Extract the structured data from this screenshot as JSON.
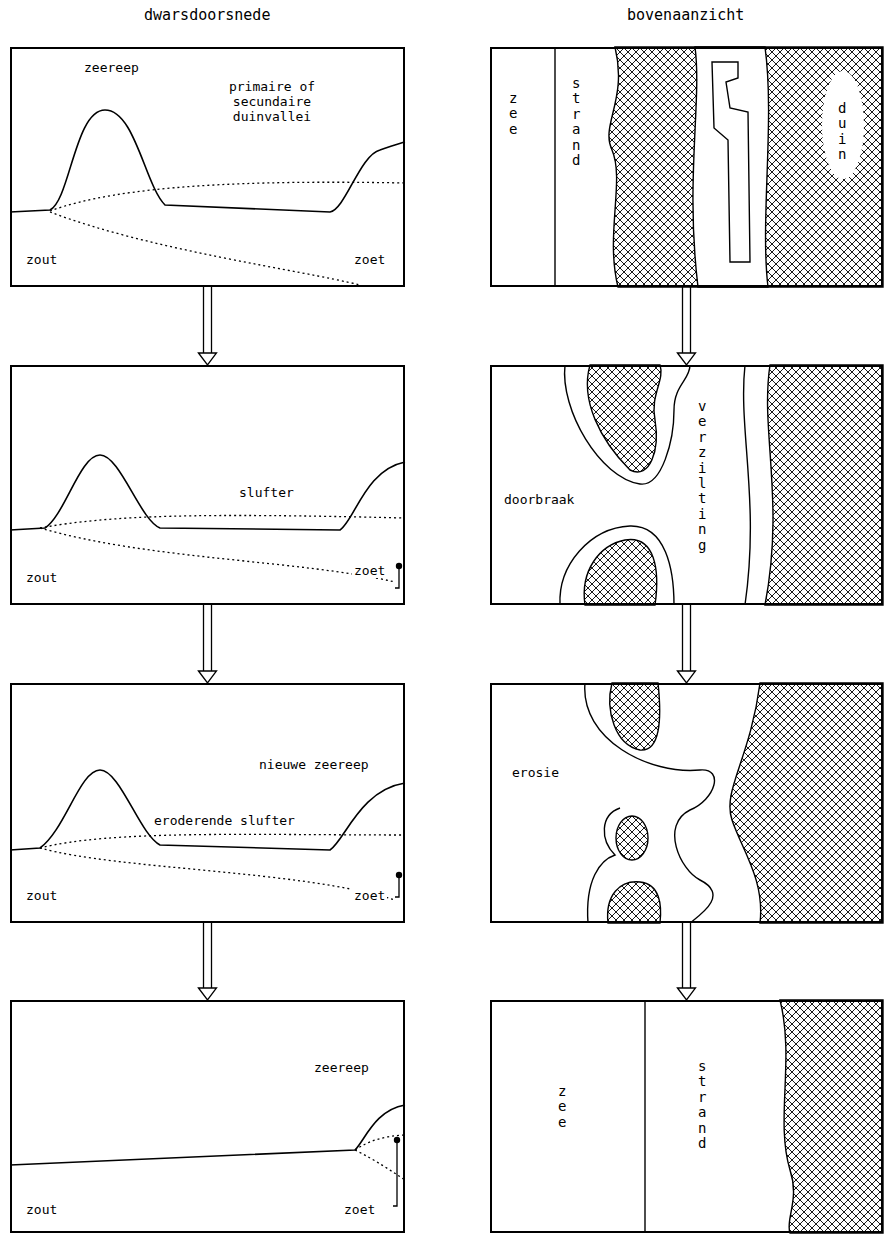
{
  "diagram": {
    "nodes": [
      {
        "text": [
          "zeereep",
          "primaire of secundaire duinvallei",
          "zout",
          "zoet"
        ]
      },
      {
        "text": [
          "zee",
          "strand",
          "duin"
        ]
      },
      {
        "text": [
          "slufter",
          "zout",
          "zoet"
        ]
      },
      {
        "text": [
          "doorbraak",
          "verzilting"
        ]
      },
      {
        "text": [
          "nieuwe zeereep",
          "eroderende slufter",
          "zout",
          "zoet"
        ]
      },
      {
        "text": [
          "erosie"
        ]
      },
      {
        "text": [
          "zeereep",
          "zout",
          "zoet"
        ]
      },
      {
        "text": [
          "zee",
          "strand"
        ]
      }
    ],
    "edges": [
      {
        "from": 0,
        "to": 2,
        "arrow": "to"
      },
      {
        "from": 2,
        "to": 4,
        "arrow": "to"
      },
      {
        "from": 4,
        "to": 6,
        "arrow": "to"
      },
      {
        "from": 1,
        "to": 3,
        "arrow": "to"
      },
      {
        "from": 3,
        "to": 5,
        "arrow": "to"
      },
      {
        "from": 5,
        "to": 7,
        "arrow": "to"
      }
    ],
    "labels": [
      "dwarsdoorsnede",
      "bovenaanzicht"
    ]
  }
}
